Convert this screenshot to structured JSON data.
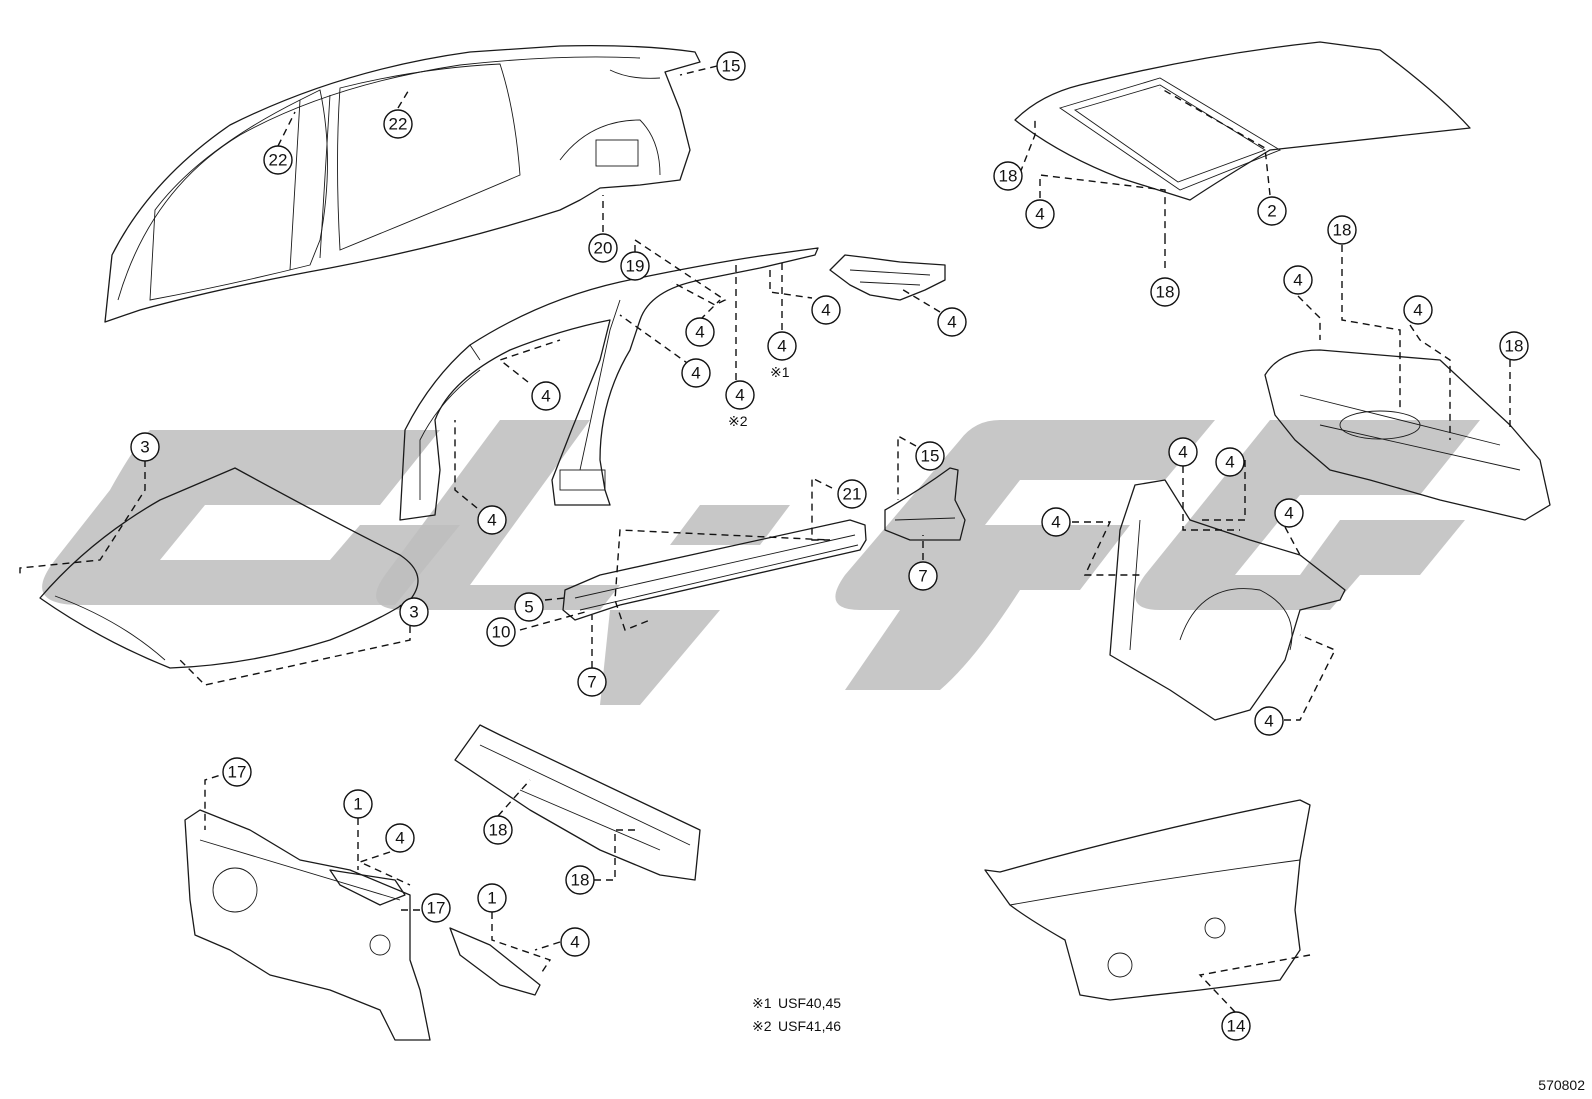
{
  "diagram_code": "570802",
  "notes": [
    {
      "mark": "※1",
      "text": "USF40,45"
    },
    {
      "mark": "※2",
      "text": "USF41,46"
    }
  ],
  "callouts": [
    {
      "id": "c15a",
      "label": "15"
    },
    {
      "id": "c22a",
      "label": "22"
    },
    {
      "id": "c22b",
      "label": "22"
    },
    {
      "id": "c20",
      "label": "20"
    },
    {
      "id": "c19",
      "label": "19"
    },
    {
      "id": "c4a",
      "label": "4"
    },
    {
      "id": "c4b",
      "label": "4"
    },
    {
      "id": "c4c",
      "label": "4"
    },
    {
      "id": "c4d",
      "label": "4",
      "sub": "※1"
    },
    {
      "id": "c4e",
      "label": "4"
    },
    {
      "id": "c4f",
      "label": "4",
      "sub": "※2"
    },
    {
      "id": "c4g",
      "label": "4"
    },
    {
      "id": "c4h",
      "label": "4"
    },
    {
      "id": "c3a",
      "label": "3"
    },
    {
      "id": "c3b",
      "label": "3"
    },
    {
      "id": "c21",
      "label": "21"
    },
    {
      "id": "c5",
      "label": "5"
    },
    {
      "id": "c10",
      "label": "10"
    },
    {
      "id": "c7a",
      "label": "7"
    },
    {
      "id": "c15b",
      "label": "15"
    },
    {
      "id": "c7b",
      "label": "7"
    },
    {
      "id": "c18a",
      "label": "18"
    },
    {
      "id": "c4i",
      "label": "4"
    },
    {
      "id": "c2",
      "label": "2"
    },
    {
      "id": "c18b",
      "label": "18"
    },
    {
      "id": "c4j",
      "label": "4"
    },
    {
      "id": "c18c",
      "label": "18"
    },
    {
      "id": "c4k",
      "label": "4"
    },
    {
      "id": "c18d",
      "label": "18"
    },
    {
      "id": "c4l",
      "label": "4"
    },
    {
      "id": "c4m",
      "label": "4"
    },
    {
      "id": "c4n",
      "label": "4"
    },
    {
      "id": "c4o",
      "label": "4"
    },
    {
      "id": "c4p",
      "label": "4"
    },
    {
      "id": "c17a",
      "label": "17"
    },
    {
      "id": "c1a",
      "label": "1"
    },
    {
      "id": "c4q",
      "label": "4"
    },
    {
      "id": "c17b",
      "label": "17"
    },
    {
      "id": "c18e",
      "label": "18"
    },
    {
      "id": "c18f",
      "label": "18"
    },
    {
      "id": "c1b",
      "label": "1"
    },
    {
      "id": "c4r",
      "label": "4"
    },
    {
      "id": "c14",
      "label": "14"
    }
  ]
}
